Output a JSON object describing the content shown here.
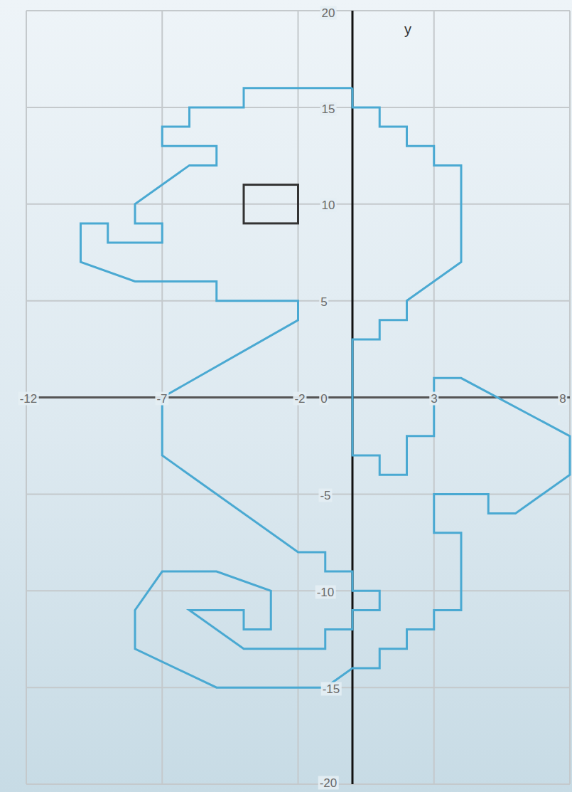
{
  "diagram": {
    "labels": [
      "20",
      "y",
      "15",
      "10",
      "5",
      "0",
      "-12",
      "-7",
      "-2",
      "3",
      "8",
      "-5",
      "-10",
      "-15",
      "-20"
    ]
  }
}
